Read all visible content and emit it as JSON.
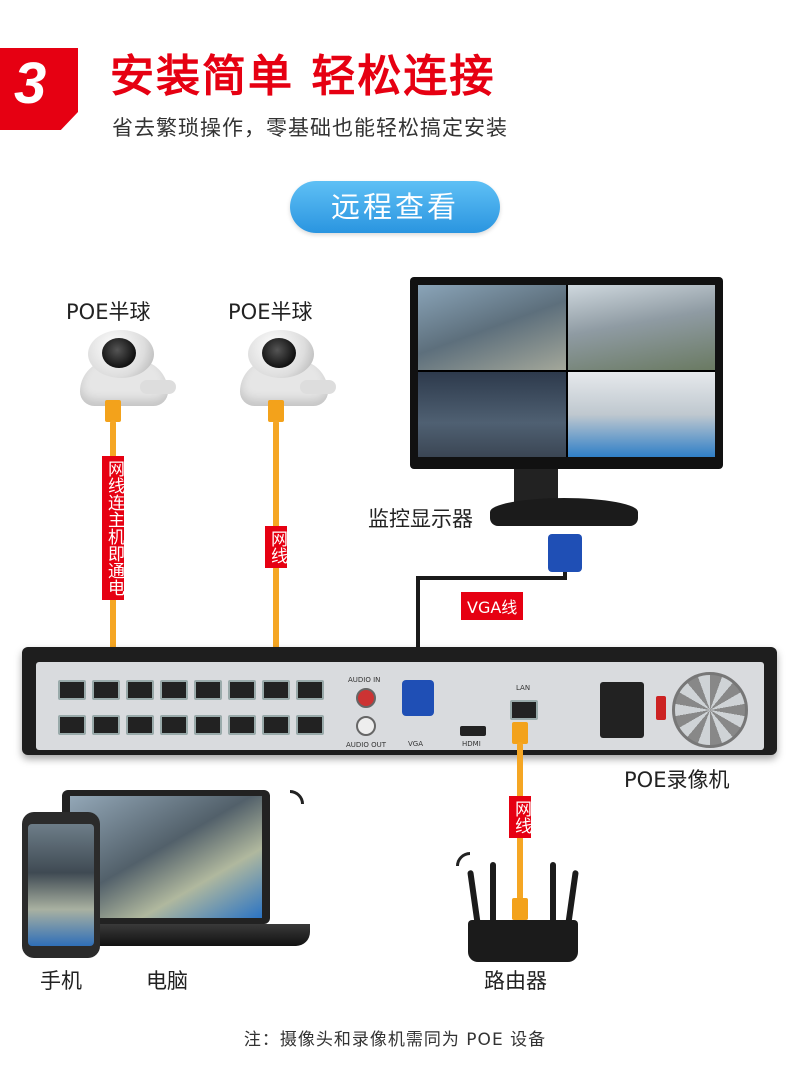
{
  "header": {
    "step_number": "3",
    "title": "安装简单 轻松连接",
    "subtitle": "省去繁琐操作，零基础也能轻松搞定安装"
  },
  "section_pill": "远程查看",
  "cameras": [
    {
      "label": "POE半球",
      "cable_label": "网线连主机即通电"
    },
    {
      "label": "POE半球",
      "cable_label": "网线"
    }
  ],
  "monitor": {
    "label": "监控显示器"
  },
  "vga_cable_label": "VGA线",
  "nvr": {
    "label": "POE录像机",
    "port_labels": {
      "audio_in": "AUDIO IN",
      "audio_out": "AUDIO OUT",
      "vga": "VGA",
      "hdmi": "HDMI",
      "lan": "LAN"
    }
  },
  "router": {
    "label": "路由器",
    "cable_label": "网线"
  },
  "remote_devices": {
    "phone_label": "手机",
    "laptop_label": "电脑"
  },
  "footnote": "注：摄像头和录像机需同为 POE 设备",
  "colors": {
    "accent_red": "#e60012",
    "pill_blue": "#2a95e0",
    "cable_orange": "#f5a623",
    "vga_blue": "#1f4fb5"
  }
}
